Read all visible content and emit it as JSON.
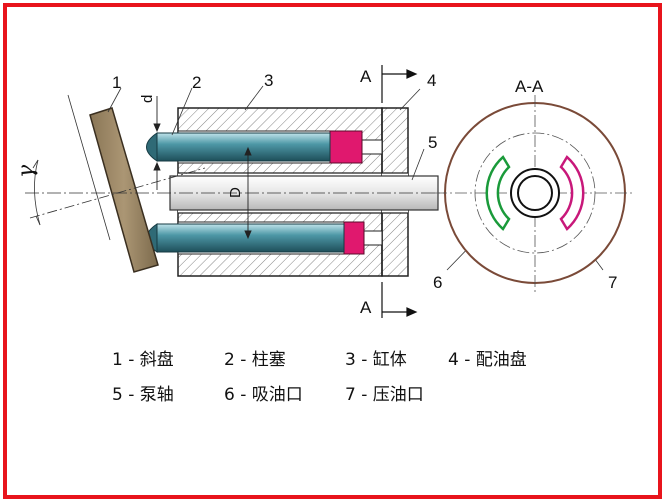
{
  "callouts": {
    "n1": "1",
    "n2": "2",
    "n3": "3",
    "n4": "4",
    "n5": "5",
    "n6": "6",
    "n7": "7",
    "section_mark": "A",
    "section_title": "A-A",
    "dim_d": "d",
    "dim_D": "D",
    "angle": "γ"
  },
  "legend": {
    "row1": [
      "1 - 斜盘",
      "2 - 柱塞",
      "3 - 缸体",
      "4 - 配油盘"
    ],
    "row2": [
      "5 - 泵轴",
      "6 - 吸油口",
      "7 - 压油口"
    ]
  },
  "colors": {
    "frame": "#e8141c",
    "swashplate": "#a08a68",
    "piston": "#3c7d8a",
    "outlet_chamber": "#e0186e",
    "suction_port": "#1a9a3a",
    "pressure_port": "#c8187a",
    "port_plate_ring": "#7a4a38"
  }
}
